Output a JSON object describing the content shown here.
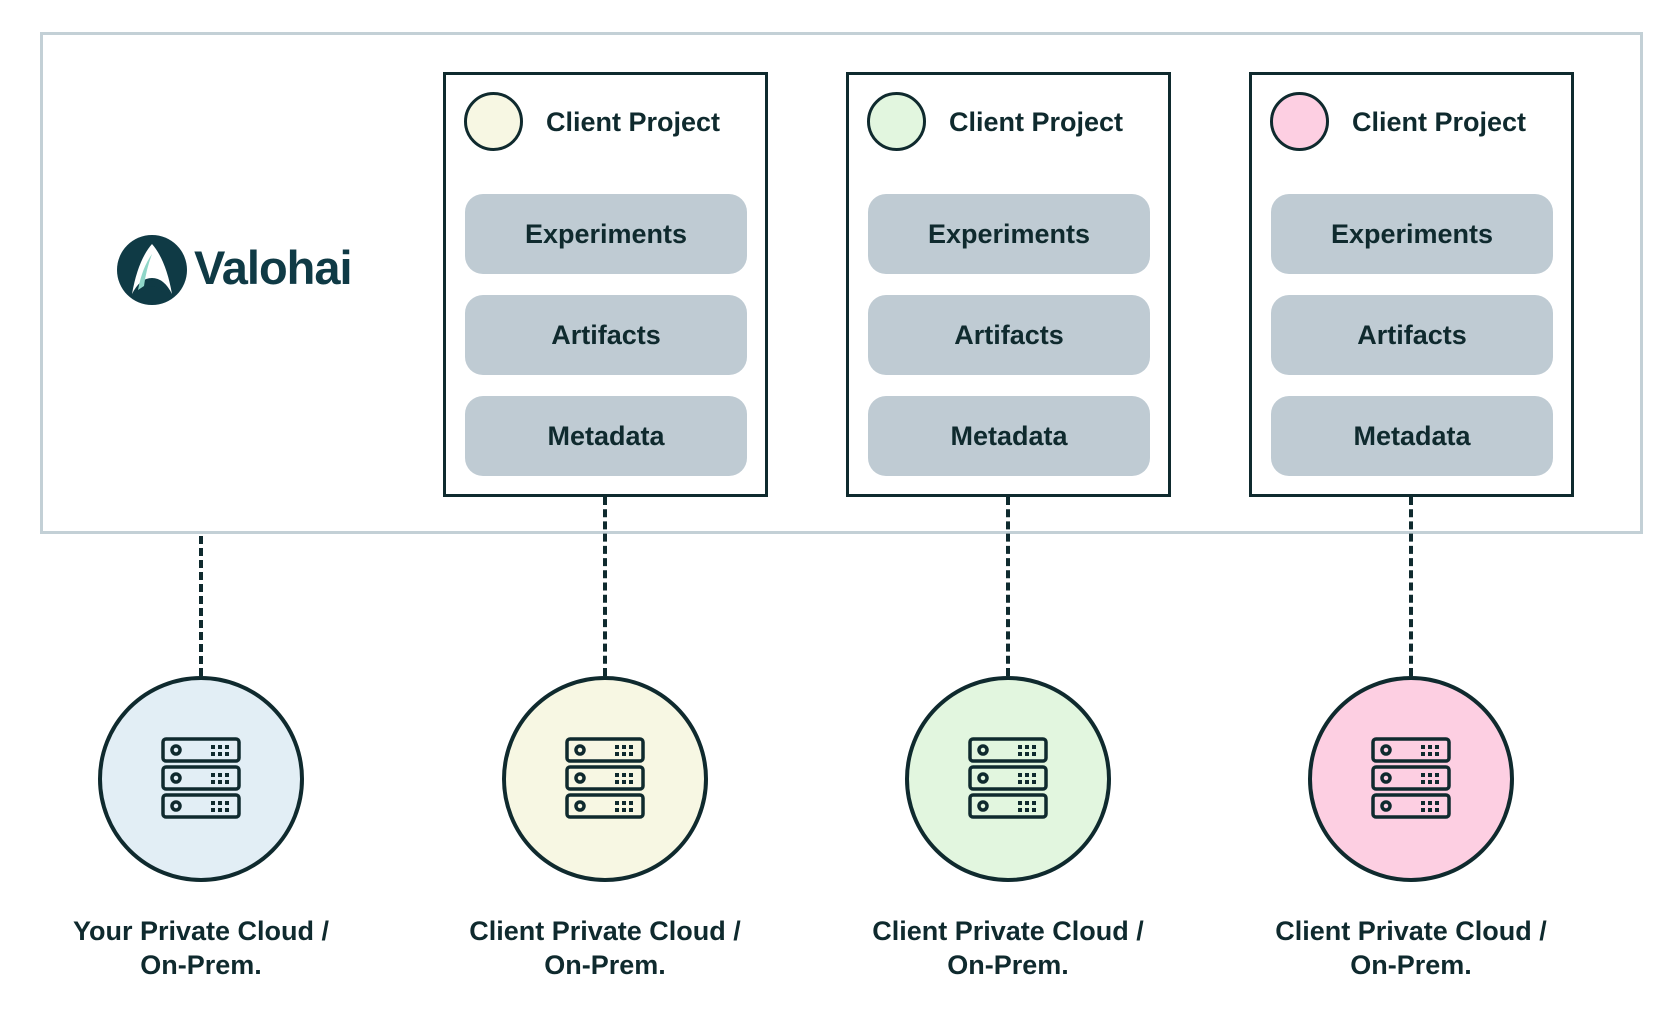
{
  "brand": {
    "name": "Valohai",
    "icon": "valohai-logo-icon"
  },
  "colors": {
    "ink": "#0f2a2e",
    "frame": "#c3d0d6",
    "pill": "#bfcbd3",
    "your_cloud": "#e2eef5",
    "client_yellow": "#f7f7e3",
    "client_green": "#e2f6df",
    "client_pink": "#fdcfe2"
  },
  "projects": [
    {
      "title": "Client Project",
      "color": "#f7f7e3",
      "items": [
        "Experiments",
        "Artifacts",
        "Metadata"
      ]
    },
    {
      "title": "Client Project",
      "color": "#e2f6df",
      "items": [
        "Experiments",
        "Artifacts",
        "Metadata"
      ]
    },
    {
      "title": "Client Project",
      "color": "#fdcfe2",
      "items": [
        "Experiments",
        "Artifacts",
        "Metadata"
      ]
    }
  ],
  "clouds": [
    {
      "line1": "Your Private Cloud /",
      "line2": "On-Prem.",
      "color": "#e2eef5",
      "icon": "server-stack-icon"
    },
    {
      "line1": "Client Private Cloud /",
      "line2": "On-Prem.",
      "color": "#f7f7e3",
      "icon": "server-stack-icon"
    },
    {
      "line1": "Client Private Cloud /",
      "line2": "On-Prem.",
      "color": "#e2f6df",
      "icon": "server-stack-icon"
    },
    {
      "line1": "Client Private Cloud /",
      "line2": "On-Prem.",
      "color": "#fdcfe2",
      "icon": "server-stack-icon"
    }
  ]
}
